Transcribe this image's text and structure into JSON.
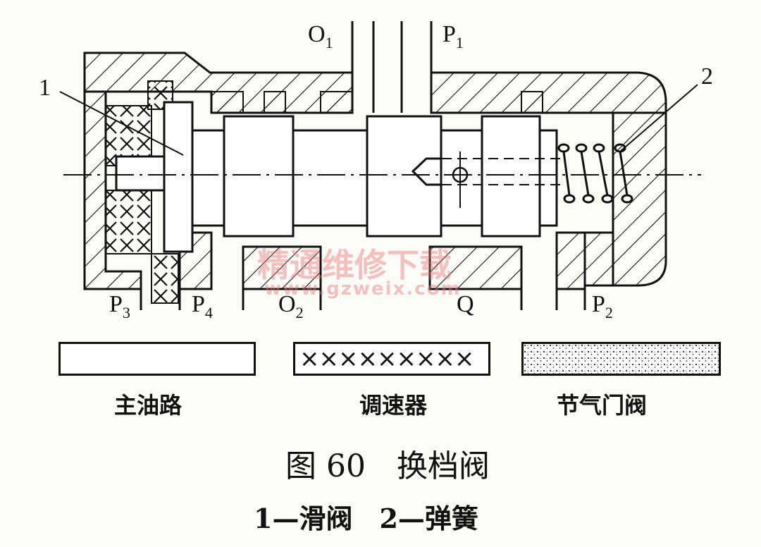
{
  "labels": {
    "o1_main": "O",
    "o1_sub": "1",
    "p1_main": "P",
    "p1_sub": "1",
    "p3_main": "P",
    "p3_sub": "3",
    "p4_main": "P",
    "p4_sub": "4",
    "o2_main": "O",
    "o2_sub": "2",
    "q": "Q",
    "p2_main": "P",
    "p2_sub": "2",
    "callout_1": "1",
    "callout_2": "2"
  },
  "legend": [
    {
      "label": "主油路",
      "pattern": "blank"
    },
    {
      "label": "调速器",
      "pattern": "crosses"
    },
    {
      "label": "节气门阀",
      "pattern": "dots"
    }
  ],
  "legend_crosses": "×××××××××",
  "caption": {
    "title": "图 60　换档阀",
    "subtitle": "1—滑阀　2—弹簧"
  },
  "watermark": {
    "cn": "精通维修下载",
    "url": "www.gzweix.com"
  },
  "colors": {
    "ink": "#111111",
    "paper": "#fbfbf8",
    "watermark": "#e67878"
  }
}
